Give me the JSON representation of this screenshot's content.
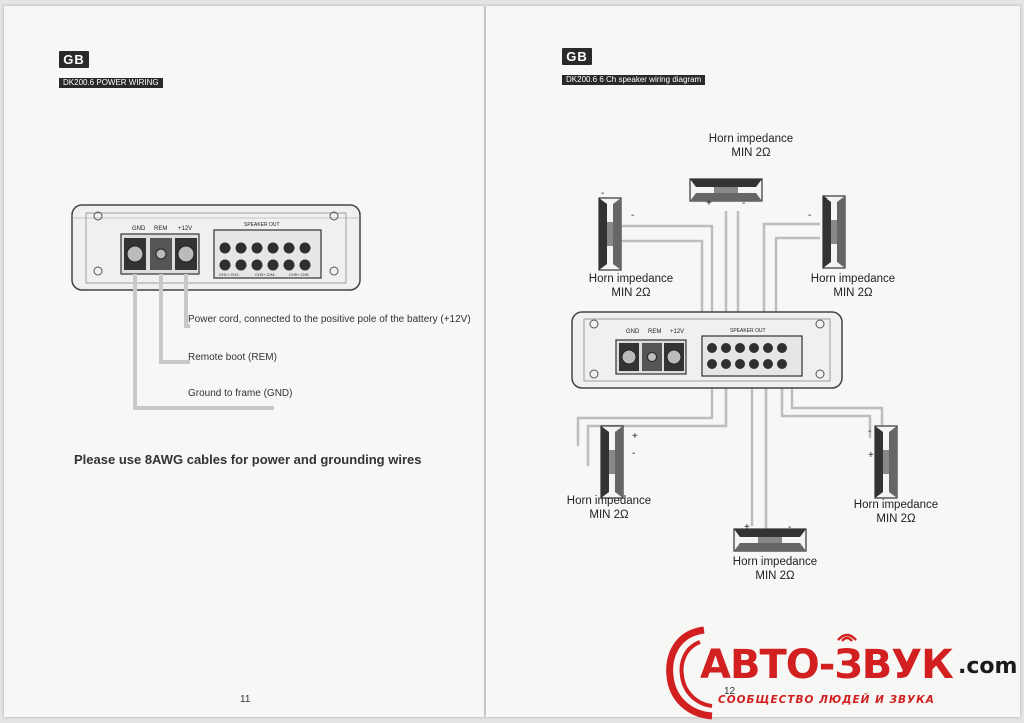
{
  "left_page": {
    "badge": "GB",
    "section_title": "DK200.6 POWER WIRING",
    "amp": {
      "terminals": [
        "GND",
        "REM",
        "+12V"
      ],
      "speaker_out_label": "SPEAKER OUT",
      "speaker_group_labels": [
        "CH1+ CH2-",
        "CH3+ CH4-",
        "CH5+ CH6-"
      ]
    },
    "callouts": {
      "power": "Power cord, connected to the positive pole of the battery (+12V)",
      "remote": "Remote boot (REM)",
      "ground": "Ground to frame (GND)"
    },
    "note": "Please use 8AWG cables for power and grounding wires",
    "page_number": "11"
  },
  "right_page": {
    "badge": "GB",
    "section_title": "DK200.6  6 Ch speaker wiring diagram",
    "amp": {
      "terminals": [
        "GND",
        "REM",
        "+12V"
      ],
      "speaker_out_label": "SPEAKER OUT"
    },
    "horn_label": "Horn impedance",
    "horn_min": "MIN 2Ω",
    "polarity": {
      "plus": "+",
      "minus": "-"
    },
    "page_number": "12"
  },
  "watermark": {
    "main": "АВТО-ЗВУК",
    "domain": ".com",
    "sub": "СООБЩЕСТВО ЛЮДЕЙ И ЗВУКА",
    "brand_color": "#d21f1f"
  }
}
